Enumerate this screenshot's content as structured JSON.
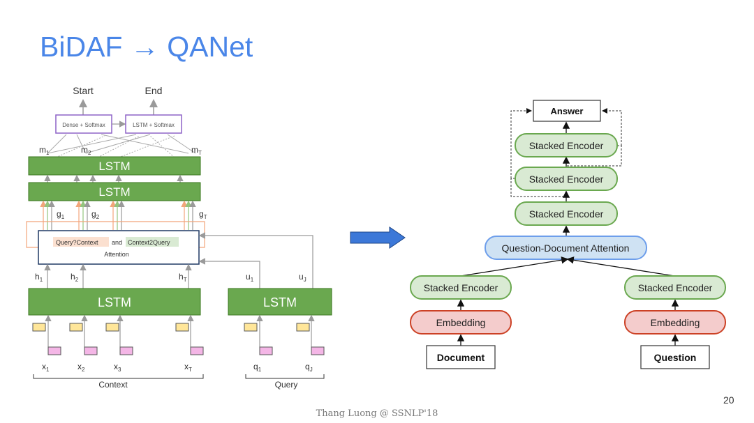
{
  "slide": {
    "title": "BiDAF → QANet",
    "footer": "Thang Luong  @ SSNLP'18",
    "page_number": "20"
  },
  "bidaf": {
    "output_start": "Start",
    "output_end": "End",
    "dense_softmax": "Dense + Softmax",
    "lstm_softmax": "LSTM + Softmax",
    "m_labels": [
      "m",
      "m",
      "m"
    ],
    "m_subs": [
      "1",
      "2",
      "T"
    ],
    "lstm_top": "LSTM",
    "lstm_mid": "LSTM",
    "g_labels": [
      "g",
      "g",
      "g"
    ],
    "g_subs": [
      "1",
      "2",
      "T"
    ],
    "attention_q2c": "Query?Context",
    "attention_and": "and",
    "attention_c2q": "Context2Query",
    "attention_label": "Attention",
    "h_labels": [
      "h",
      "h",
      "h"
    ],
    "h_subs": [
      "1",
      "2",
      "T"
    ],
    "u_labels": [
      "u",
      "u"
    ],
    "u_subs": [
      "1",
      "J"
    ],
    "lstm_context": "LSTM",
    "lstm_query": "LSTM",
    "x_labels": [
      "x",
      "x",
      "x",
      "x"
    ],
    "x_subs": [
      "1",
      "2",
      "3",
      "T"
    ],
    "q_labels": [
      "q",
      "q"
    ],
    "q_subs": [
      "1",
      "J"
    ],
    "context_label": "Context",
    "query_label": "Query"
  },
  "qanet": {
    "answer": "Answer",
    "stacked_encoder": "Stacked Encoder",
    "attention": "Question-Document Attention",
    "embedding": "Embedding",
    "document": "Document",
    "question": "Question"
  },
  "colors": {
    "title": "#4a86e8",
    "lstm_green": "#6aa84f",
    "softmax_purple": "#8e63c7",
    "encoder_green": "#d9ead3",
    "embedding_red": "#f4cccc",
    "attention_blue": "#cfe2f3",
    "arrow_blue": "#3c78d8"
  }
}
